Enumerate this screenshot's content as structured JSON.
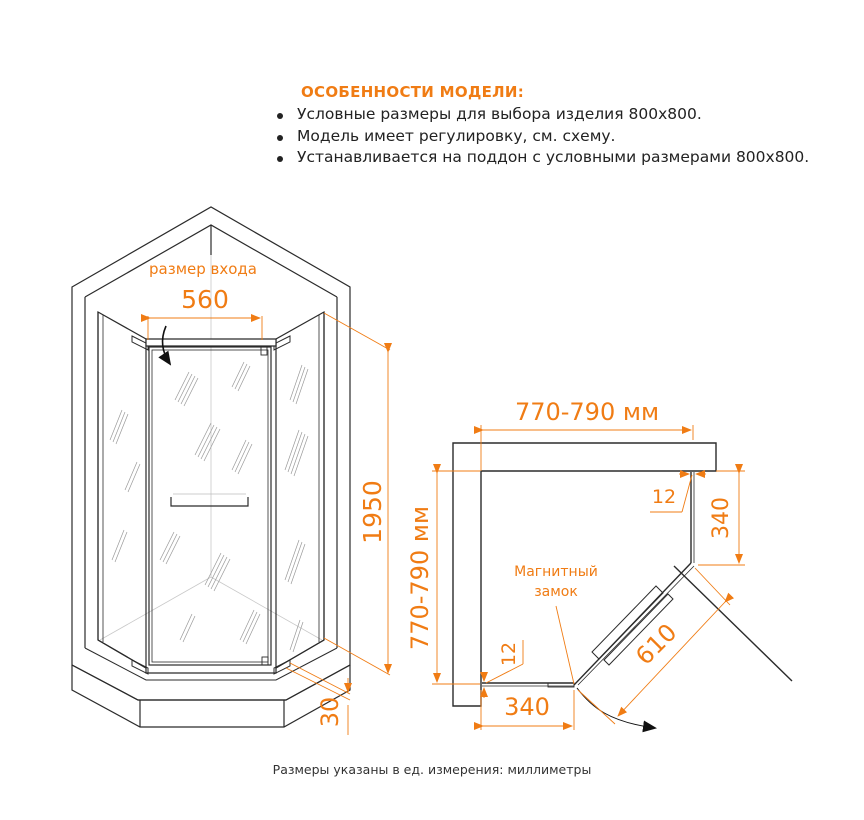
{
  "features": {
    "title": "ОСОБЕННОСТИ МОДЕЛИ:",
    "items": [
      "Условные размеры для выбора изделия 800х800.",
      "Модель имеет регулировку, см. схему.",
      "Устанавливается на поддон с условными размерами 800х800."
    ]
  },
  "front_view": {
    "entrance_label": "размер входа",
    "entrance_width": "560",
    "height": "1950",
    "tray_height": "30"
  },
  "plan_view": {
    "top_width": "770-790 мм",
    "side_depth": "770-790 мм",
    "right_adjust": "12",
    "right_panel": "340",
    "bottom_adjust": "12",
    "bottom_panel": "340",
    "door_width": "610",
    "lock_label_line1": "Магнитный",
    "lock_label_line2": "замок"
  },
  "colors": {
    "accent": "#f07c14",
    "line": "#2b2b2b",
    "glass_hatch": "#9a9a9a"
  },
  "footer": {
    "note": "Размеры указаны в ед. измерения: миллиметры"
  }
}
